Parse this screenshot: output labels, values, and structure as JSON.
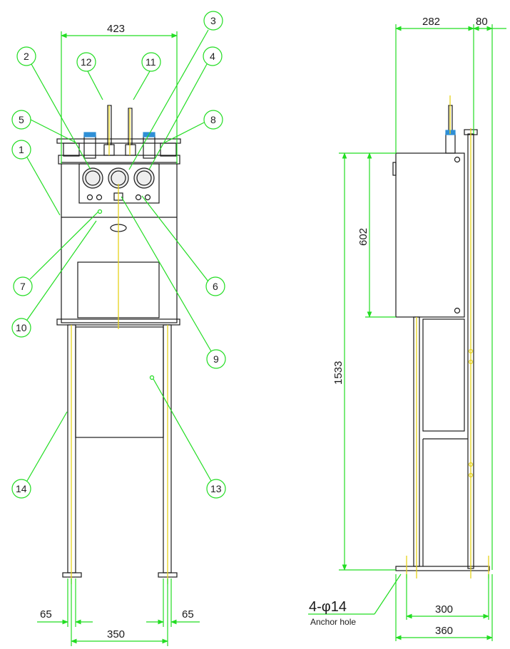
{
  "colors": {
    "outline": "#1a1a1a",
    "dimension": "#22dd22",
    "centerline": "#e6d21a",
    "gauge_fill": "#eeeeee",
    "fitting": "#2f8fd6"
  },
  "front_view": {
    "dims": {
      "overall_width": "423",
      "leg_offset_left": "65",
      "leg_offset_right": "65",
      "leg_spacing": "350"
    },
    "callouts": [
      "1",
      "2",
      "3",
      "4",
      "5",
      "6",
      "7",
      "8",
      "9",
      "10",
      "11",
      "12",
      "13",
      "14"
    ]
  },
  "side_view": {
    "dims": {
      "cabinet_depth": "282",
      "rear_offset": "80",
      "cabinet_height": "602",
      "total_height": "1533",
      "anchor_spacing": "300",
      "base_width": "360"
    },
    "anchor_label": "4-φ14",
    "anchor_note": "Anchor hole"
  }
}
